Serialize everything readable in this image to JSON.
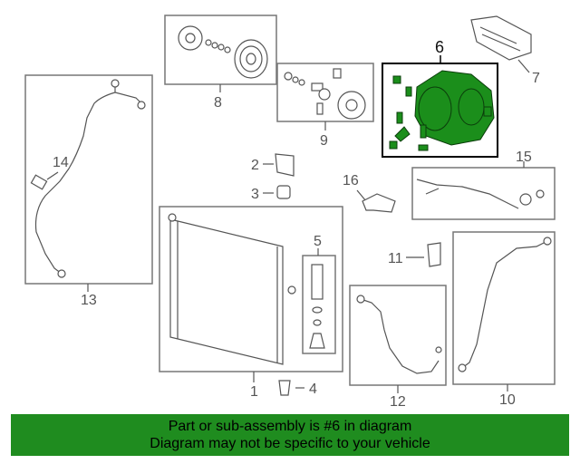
{
  "callouts": {
    "c1": "1",
    "c2": "2",
    "c3": "3",
    "c4": "4",
    "c5": "5",
    "c6": "6",
    "c7": "7",
    "c8": "8",
    "c9": "9",
    "c10": "10",
    "c11": "11",
    "c12": "12",
    "c13": "13",
    "c14": "14",
    "c15": "15",
    "c16": "16"
  },
  "highlight": {
    "part": "6",
    "color": "#1b8e1b",
    "box_color": "#000000"
  },
  "banner": {
    "line1": "Part or sub-assembly is #6 in diagram",
    "line2": "Diagram may not be specific to your vehicle",
    "background": "#1f8c1f"
  }
}
